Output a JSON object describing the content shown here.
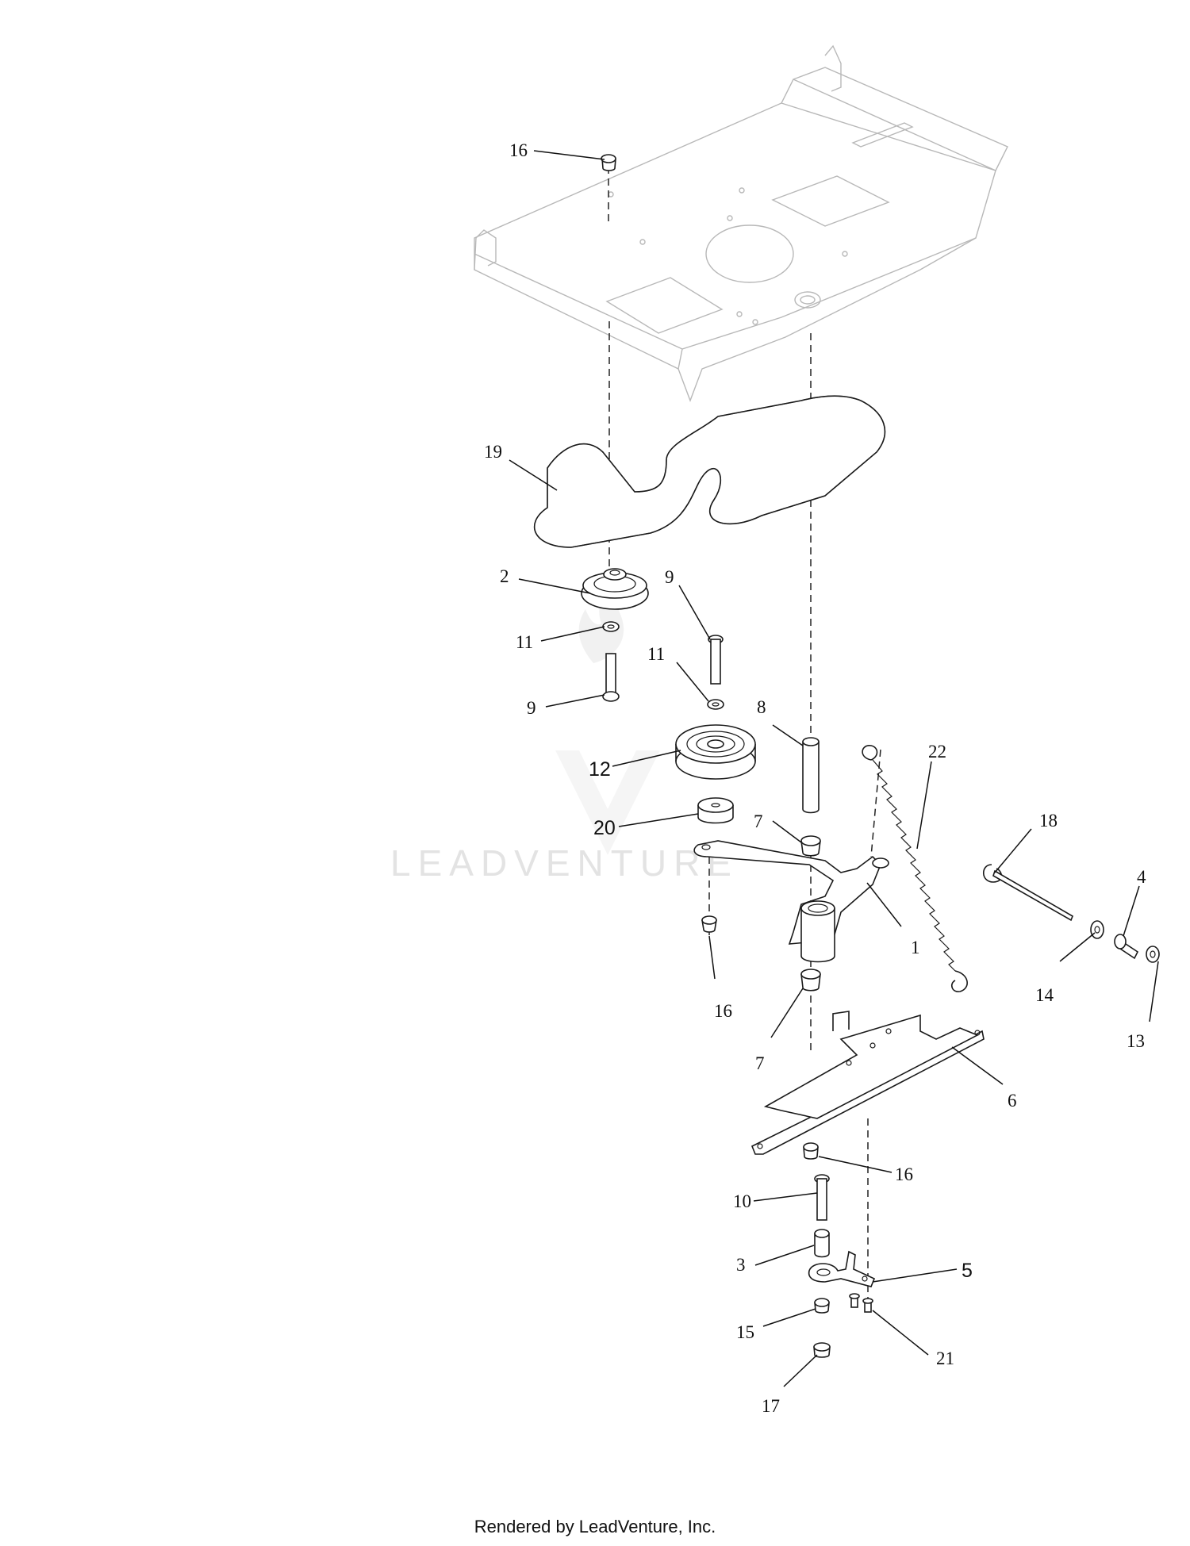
{
  "watermark": {
    "text": "LEADVENTURE"
  },
  "footer": {
    "text": "Rendered by LeadVenture, Inc."
  },
  "callouts": {
    "c16_top": "16",
    "c19": "19",
    "c2": "2",
    "c9_right": "9",
    "c11_left": "11",
    "c11_right": "11",
    "c9_left": "9",
    "c8": "8",
    "c22": "22",
    "c12": "12",
    "c7_top": "7",
    "c18": "18",
    "c20": "20",
    "c4": "4",
    "c1": "1",
    "c14": "14",
    "c16_mid": "16",
    "c13": "13",
    "c7_bottom": "7",
    "c6": "6",
    "c16_lower": "16",
    "c10": "10",
    "c3": "3",
    "c5": "5",
    "c15": "15",
    "c21": "21",
    "c17": "17"
  }
}
